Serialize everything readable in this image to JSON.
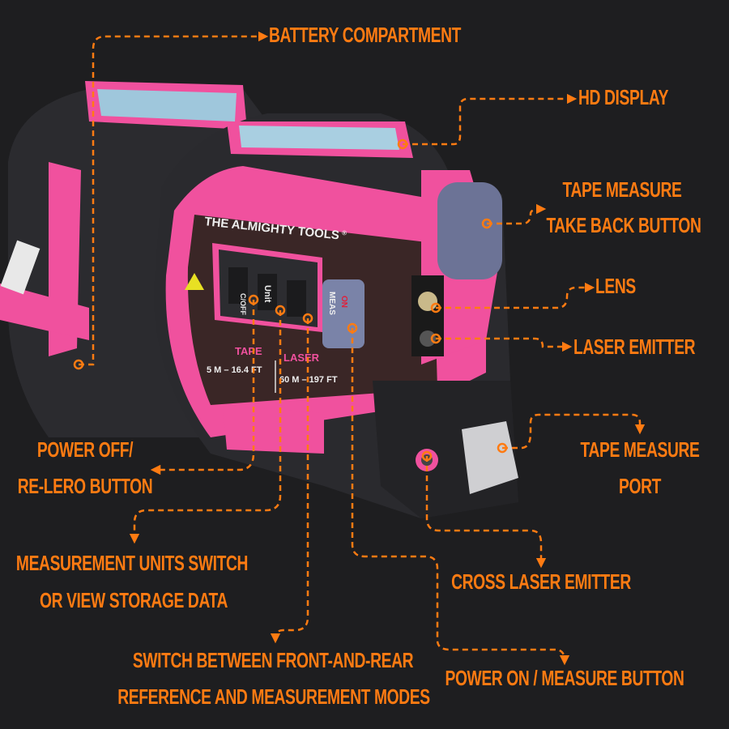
{
  "colors": {
    "background": "#1e1e20",
    "accent": "#ff7b12",
    "device_pink": "#f0519e",
    "device_body": "#2a2a2e"
  },
  "device": {
    "brand": "THE ALMIGHTY TOOLS",
    "registered": "®",
    "tape_label": "TAPE",
    "laser_label": "LASER",
    "tape_range": "5 M – 16.4 FT",
    "laser_range": "60 M – 197 FT",
    "btn_power_off": "C/OFF",
    "btn_unit": "Unit",
    "btn_on": "ON",
    "btn_meas": "MEAS"
  },
  "labels": {
    "battery": "BATTERY COMPARTMENT",
    "hd_display": "HD DISPLAY",
    "take_back_1": "TAPE MEASURE",
    "take_back_2": "TAKE BACK BUTTON",
    "lens": "LENS",
    "laser_emitter": "LASER EMITTER",
    "tape_port_1": "TAPE MEASURE",
    "tape_port_2": "PORT",
    "power_off_1": "POWER OFF/",
    "power_off_2": "RE-LERO BUTTON",
    "units_1": "MEASUREMENT UNITS SWITCH",
    "units_2": "OR VIEW STORAGE DATA",
    "switch_1": "SWITCH BETWEEN FRONT-AND-REAR",
    "switch_2": "REFERENCE AND MEASUREMENT MODES",
    "cross_laser": "CROSS LASER EMITTER",
    "power_on": "POWER ON / MEASURE BUTTON"
  }
}
